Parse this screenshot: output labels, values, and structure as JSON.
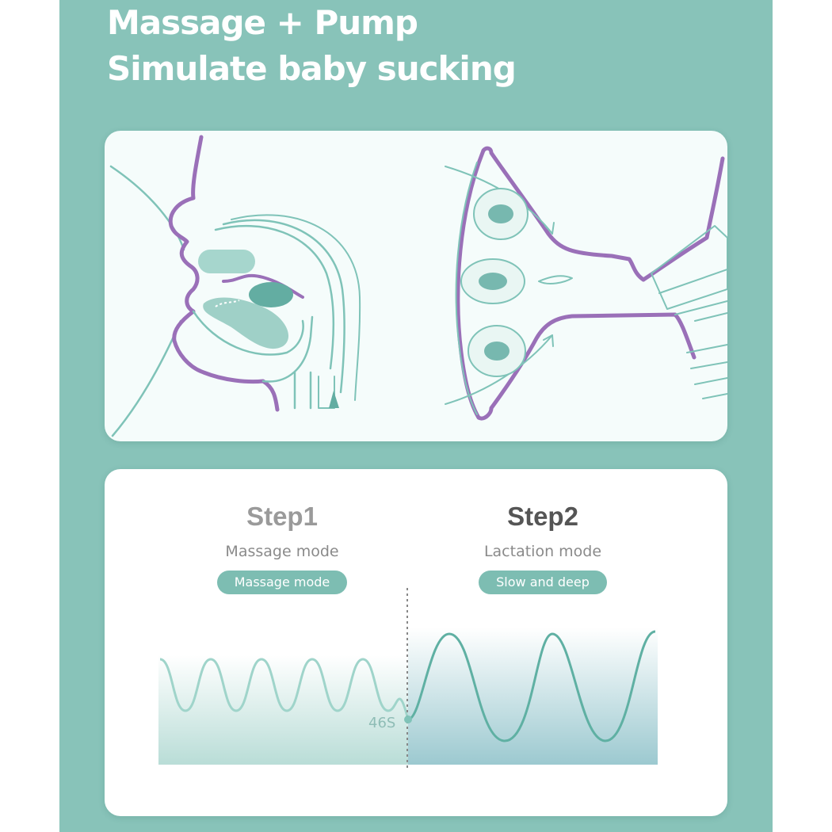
{
  "headline": {
    "line1": "Massage + Pump",
    "line2": "Simulate baby sucking"
  },
  "steps": [
    {
      "title": "Step1",
      "mode": "Massage mode",
      "pill": "Massage mode"
    },
    {
      "title": "Step2",
      "mode": "Lactation mode",
      "pill": "Slow and deep"
    }
  ],
  "waveform": {
    "marker_label": "46S"
  },
  "colors": {
    "panel": "#88c3b9",
    "pill": "#7dbdb2",
    "purple_outline": "#9a70b8",
    "teal_line": "#5fb0a3",
    "light_wave": "#9fd4ca"
  }
}
